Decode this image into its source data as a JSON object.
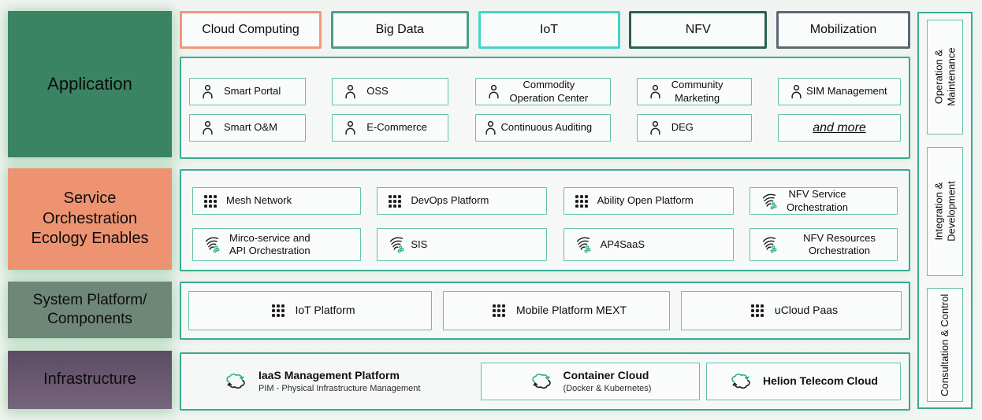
{
  "palette": {
    "container_border": "#3aaa92",
    "item_border": "#63c1ac",
    "icon_green": "#2fae7e",
    "page_background": "#f2f4f3"
  },
  "left_rail": [
    {
      "label": "Application",
      "bg": "#3a8464"
    },
    {
      "label": "Service\nOrchestration\nEcology Enables",
      "bg": "#ed9372"
    },
    {
      "label": "System Platform/\nComponents",
      "bg": "#6f8779"
    },
    {
      "label": "Infrastructure",
      "bg": "linear-gradient(180deg,#5a4c62,#77657e)"
    }
  ],
  "categories": [
    {
      "label": "Cloud Computing",
      "border_color": "#f0977a"
    },
    {
      "label": "Big Data",
      "border_color": "#4c9e87"
    },
    {
      "label": "IoT",
      "border_color": "#44d4c8"
    },
    {
      "label": "NFV",
      "border_color": "#2b6150"
    },
    {
      "label": "Mobilization",
      "border_color": "#5c6873"
    }
  ],
  "application": {
    "rows": [
      [
        {
          "icon": "person-icon",
          "label": "Smart Portal"
        },
        {
          "icon": "person-icon",
          "label": "OSS"
        },
        {
          "icon": "person-icon",
          "label": "Commodity\nOperation Center"
        },
        {
          "icon": "person-icon",
          "label": "Community\nMarketing"
        },
        {
          "icon": "person-icon",
          "label": "SIM Management"
        }
      ],
      [
        {
          "icon": "person-icon",
          "label": "Smart O&M"
        },
        {
          "icon": "person-icon",
          "label": "E-Commerce"
        },
        {
          "icon": "person-icon",
          "label": "Continuous Auditing"
        },
        {
          "icon": "person-icon",
          "label": "DEG"
        },
        {
          "icon": null,
          "label": "and more"
        }
      ]
    ]
  },
  "service": {
    "rows": [
      [
        {
          "icon": "grid-icon",
          "label": "Mesh Network"
        },
        {
          "icon": "grid-icon",
          "label": "DevOps Platform"
        },
        {
          "icon": "grid-icon",
          "label": "Ability Open Platform"
        },
        {
          "icon": "orchestration-icon",
          "label": "NFV Service\nOrchestration"
        }
      ],
      [
        {
          "icon": "orchestration-icon",
          "label": "Mirco-service and\nAPI Orchestration"
        },
        {
          "icon": "orchestration-icon",
          "label": "SIS"
        },
        {
          "icon": "orchestration-icon",
          "label": "AP4SaaS"
        },
        {
          "icon": "orchestration-icon",
          "label": "NFV Resources\nOrchestration"
        }
      ]
    ]
  },
  "system": {
    "items": [
      {
        "icon": "grid-icon",
        "label": "IoT Platform"
      },
      {
        "icon": "grid-icon",
        "label": "Mobile Platform MEXT"
      },
      {
        "icon": "grid-icon",
        "label": "uCloud Paas"
      }
    ]
  },
  "infrastructure": {
    "items": [
      {
        "icon": "cloud-sync-icon",
        "title": "IaaS Management Platform",
        "subtitle": "PIM - Physical Infrastructure Management"
      },
      {
        "icon": "cloud-sync-icon",
        "title": "Container Cloud",
        "subtitle": "(Docker & Kubernetes)"
      },
      {
        "icon": "cloud-sync-icon",
        "title": "Helion Telecom Cloud",
        "subtitle": ""
      }
    ]
  },
  "right_rail": {
    "items": [
      "Operation &\nMaintenance",
      "Integration &\nDevelopment",
      "Consultation & Control"
    ]
  }
}
